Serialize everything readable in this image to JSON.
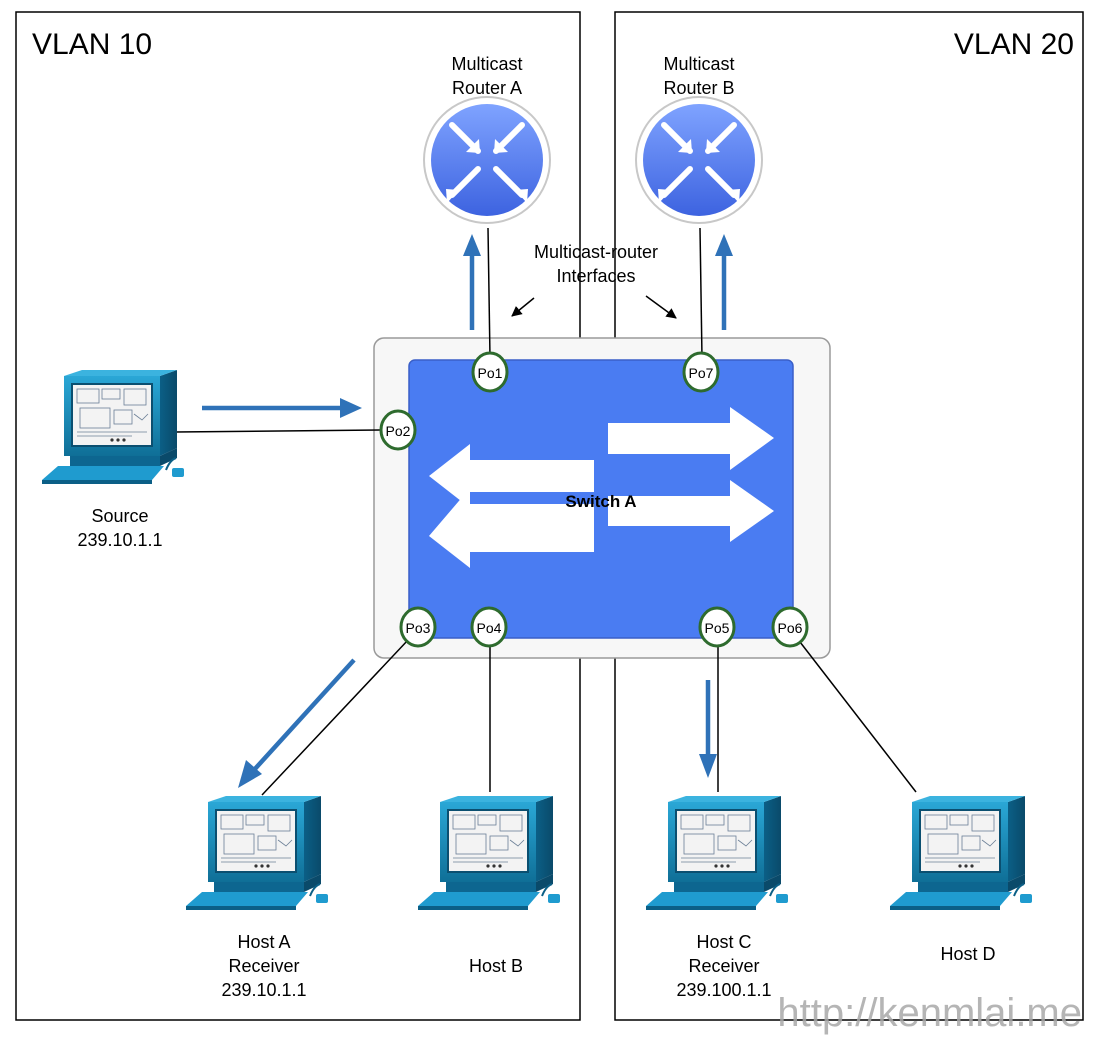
{
  "vlans": {
    "left": {
      "label": "VLAN 10"
    },
    "right": {
      "label": "VLAN 20"
    }
  },
  "routers": {
    "a": {
      "line1": "Multicast",
      "line2": "Router A"
    },
    "b": {
      "line1": "Multicast",
      "line2": "Router B"
    }
  },
  "mrouter_note": {
    "line1": "Multicast-router",
    "line2": "Interfaces"
  },
  "switch": {
    "label": "Switch A"
  },
  "ports": {
    "po1": "Po1",
    "po2": "Po2",
    "po3": "Po3",
    "po4": "Po4",
    "po5": "Po5",
    "po6": "Po6",
    "po7": "Po7"
  },
  "hosts": {
    "source": {
      "line1": "Source",
      "line2": "239.10.1.1"
    },
    "host_a": {
      "line1": "Host A",
      "line2": "Receiver",
      "line3": "239.10.1.1"
    },
    "host_b": {
      "line1": "Host B"
    },
    "host_c": {
      "line1": "Host C",
      "line2": "Receiver",
      "line3": "239.100.1.1"
    },
    "host_d": {
      "line1": "Host D"
    }
  },
  "watermark": "http://kenmlai.me",
  "colors": {
    "switch_blue": "#4a7cf2",
    "router_blue": "#4f79f0",
    "flow_arrow": "#2f72b8",
    "port_ring": "#2e6b2e",
    "pc_teal": "#1d8fb8"
  }
}
